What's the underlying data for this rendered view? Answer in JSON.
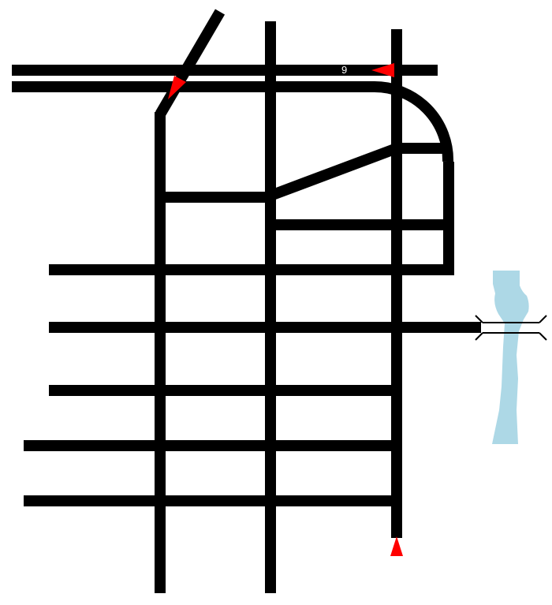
{
  "colors": {
    "background": "#ffffff",
    "road": "#000000",
    "marker": "#ff0000",
    "water": "#add8e6",
    "label_text": "#ffffff"
  },
  "markers": [
    {
      "icon": "red-triangle-marker",
      "direction": "left",
      "label": "9"
    },
    {
      "icon": "red-triangle-marker",
      "direction": "down-left",
      "label": ""
    },
    {
      "icon": "red-triangle-marker",
      "direction": "up",
      "label": ""
    }
  ],
  "features": {
    "water": "river",
    "bridge": "bridge-icon"
  }
}
